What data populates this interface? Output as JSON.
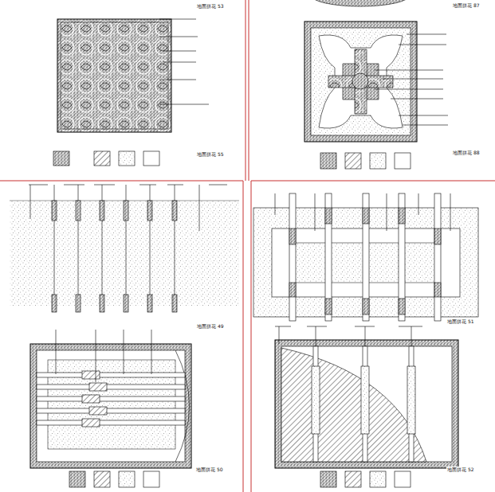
{
  "diagram": {
    "labels": [
      "地面拼花 53",
      "地面拼花 55",
      "地面拼花 87",
      "地面拼花 88",
      "地面拼花 49",
      "地面拼花 50",
      "地面拼花 51",
      "地面拼花 52"
    ]
  }
}
